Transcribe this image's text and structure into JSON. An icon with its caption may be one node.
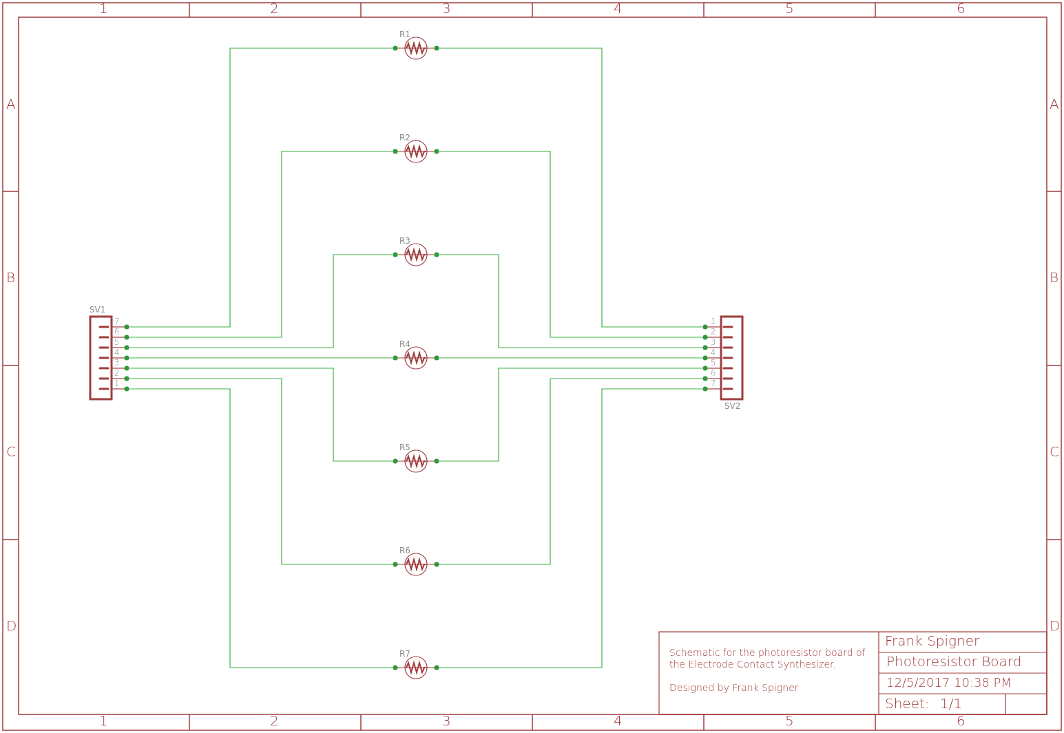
{
  "diagram": {
    "nodes": [
      {
        "text": [
          "SV1"
        ]
      },
      {
        "text": [
          "R1"
        ]
      },
      {
        "text": [
          "R2"
        ]
      },
      {
        "text": [
          "R3"
        ]
      },
      {
        "text": [
          "R4"
        ]
      },
      {
        "text": [
          "R5"
        ]
      },
      {
        "text": [
          "R6"
        ]
      },
      {
        "text": [
          "R7"
        ]
      },
      {
        "text": [
          "SV2"
        ]
      }
    ],
    "edges": [
      {
        "from": 0,
        "to": 1,
        "arrow": "none"
      },
      {
        "from": 1,
        "to": 8,
        "arrow": "none"
      },
      {
        "from": 0,
        "to": 2,
        "arrow": "none"
      },
      {
        "from": 2,
        "to": 8,
        "arrow": "none"
      },
      {
        "from": 0,
        "to": 3,
        "arrow": "none"
      },
      {
        "from": 3,
        "to": 8,
        "arrow": "none"
      },
      {
        "from": 0,
        "to": 4,
        "arrow": "none"
      },
      {
        "from": 4,
        "to": 8,
        "arrow": "none"
      },
      {
        "from": 0,
        "to": 5,
        "arrow": "none"
      },
      {
        "from": 5,
        "to": 8,
        "arrow": "none"
      },
      {
        "from": 0,
        "to": 6,
        "arrow": "none"
      },
      {
        "from": 6,
        "to": 8,
        "arrow": "none"
      },
      {
        "from": 0,
        "to": 7,
        "arrow": "none"
      },
      {
        "from": 7,
        "to": 8,
        "arrow": "none"
      }
    ],
    "labels": [
      "1",
      "2",
      "3",
      "4",
      "5",
      "6",
      "1",
      "2",
      "3",
      "4",
      "5",
      "6",
      "A",
      "B",
      "C",
      "D",
      "A",
      "B",
      "C",
      "D",
      "7",
      "6",
      "5",
      "4",
      "3",
      "2",
      "1",
      "1",
      "2",
      "3",
      "4",
      "5",
      "6",
      "7",
      "Schematic for the photoresistor board of the Electrode Contact Synthesizer.",
      "Designed by Frank Spigner",
      "Frank Spigner",
      "Photoresistor Board",
      "12/5/2017 10:38 PM",
      "Sheet:",
      "1/1"
    ]
  }
}
